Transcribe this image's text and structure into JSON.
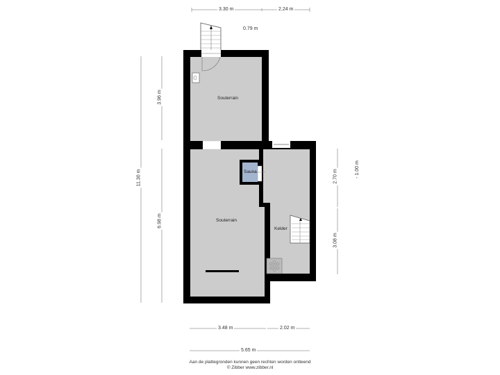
{
  "floorplan": {
    "rooms": [
      {
        "id": "souterrain-top",
        "label": "Souterrain"
      },
      {
        "id": "souterrain-main",
        "label": "Souterrain"
      },
      {
        "id": "sauna",
        "label": "Sauna"
      },
      {
        "id": "kelder",
        "label": "Kelder"
      }
    ],
    "colors": {
      "wall": "#000000",
      "floor": "#cccccc",
      "sauna": "#a3b4cf",
      "dimension_line": "#888888"
    }
  },
  "dimensions": {
    "top": [
      "3.30 m",
      "2.24 m"
    ],
    "stair_width": "0.79 m",
    "left_outer": "11.30 m",
    "left_inner": [
      "3.96 m",
      "6.98 m"
    ],
    "right_inner": [
      "2.70 m",
      "3.08 m"
    ],
    "right_level": "- 1.00 m",
    "bottom": [
      "3.48 m",
      "2.02 m"
    ],
    "bottom_total": "5.65 m"
  },
  "footer": {
    "disclaimer": "Aan de plattegronden kunnen geen rechten worden ontleend",
    "copyright": "© Zibber www.zibber.nl"
  }
}
